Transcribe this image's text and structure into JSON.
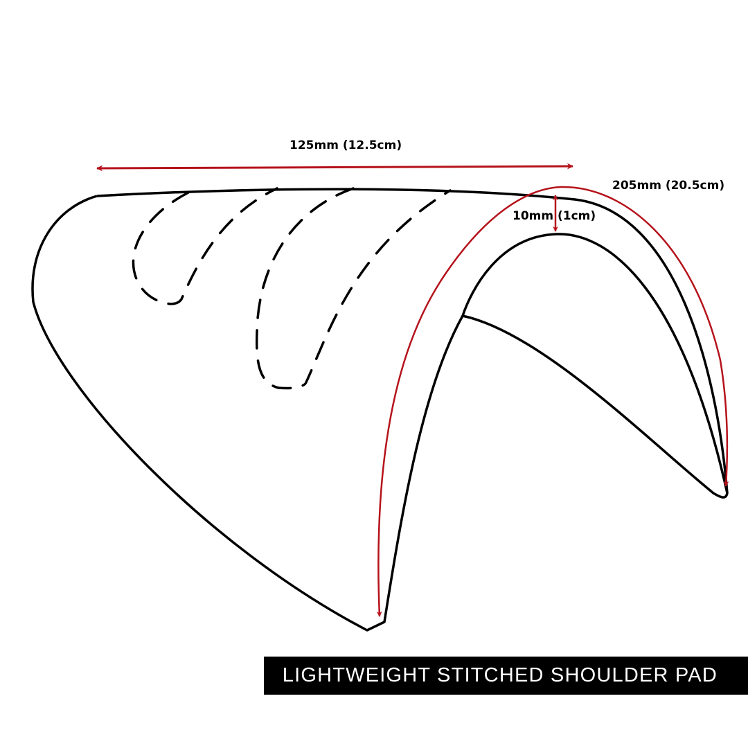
{
  "measurements": {
    "width_label": "125mm (12.5cm)",
    "arc_label": "205mm (20.5cm)",
    "thickness_label": "10mm (1cm)"
  },
  "caption": {
    "text": "LIGHTWEIGHT STITCHED SHOULDER PAD"
  },
  "colors": {
    "outline": "#000000",
    "dimension_line": "#b5121b",
    "caption_background": "#000000",
    "caption_text": "#ffffff"
  }
}
